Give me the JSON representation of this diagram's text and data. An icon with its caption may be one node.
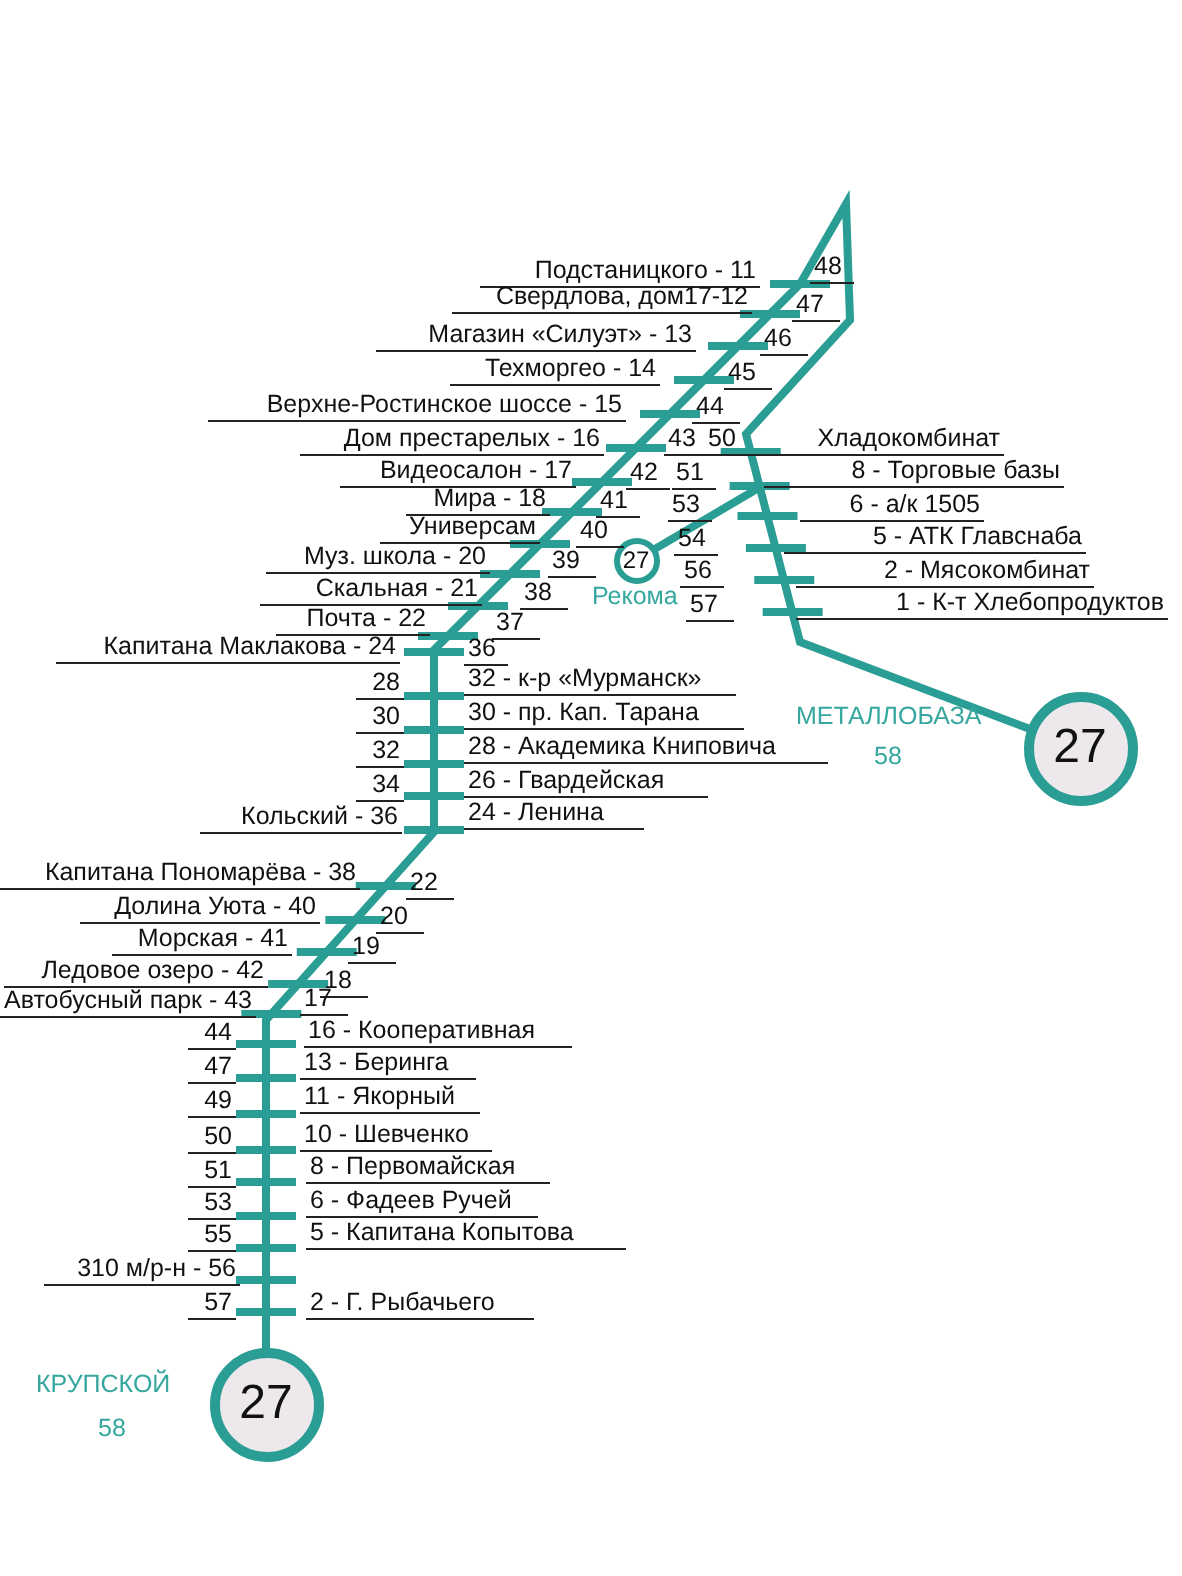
{
  "diagram": {
    "nodes": [
      {
        "text": [
          "27"
        ],
        "beside": [
          "Рекома"
        ]
      },
      {
        "text": [
          "27"
        ],
        "beside": [
          "МЕТАЛЛОБАЗА",
          "58"
        ]
      },
      {
        "text": [
          "27"
        ],
        "beside": [
          "КРУПСКОЙ",
          "58"
        ]
      }
    ],
    "edges": [
      {
        "from": 2,
        "to": 1,
        "arrow": "none"
      },
      {
        "from": null,
        "to": 0,
        "arrow": "none"
      }
    ],
    "labels": [
      "Подстаницкого - 11",
      "48",
      "Свердлова, дом17-12",
      "47",
      "Магазин «Силуэт» - 13",
      "46",
      "Техморгео - 14",
      "45",
      "Верхне-Ростинское шоссе - 15",
      "44",
      "Дом престарелых - 16",
      "43",
      "50",
      "Хладокомбинат",
      "Видеосалон - 17",
      "42",
      "51",
      "8 - Торговые базы",
      "Мира - 18",
      "41",
      "53",
      "6 - а/к 1505",
      "Универсам",
      "40",
      "Муз. школа - 20",
      "39",
      "54",
      "5 - АТК Главснаба",
      "Скальная - 21",
      "38",
      "56",
      "2 - Мясокомбинат",
      "Почта - 22",
      "37",
      "57",
      "1 - К-т Хлебопродуктов",
      "Капитана Маклакова - 24",
      "36",
      "28",
      "32 - к-р «Мурманск»",
      "30",
      "30 - пр. Кап. Тарана",
      "32",
      "28 - Академика Книповича",
      "34",
      "26 - Гвардейская",
      "Кольский - 36",
      "24 - Ленина",
      "Капитана Пономарёва - 38",
      "22",
      "Долина Уюта - 40",
      "20",
      "Морская - 41",
      "19",
      "Ледовое озеро - 42",
      "18",
      "Автобусный парк - 43",
      "17",
      "44",
      "16 - Кооперативная",
      "47",
      "13 - Беринга",
      "49",
      "11 - Якорный",
      "50",
      "10 - Шевченко",
      "51",
      "8 - Первомайская",
      "53",
      "6 - Фадеев Ручей",
      "55",
      "5 - Капитана Копытова",
      "310 м/р-н - 56",
      "57",
      "2 - Г. Рыбачьего"
    ]
  }
}
